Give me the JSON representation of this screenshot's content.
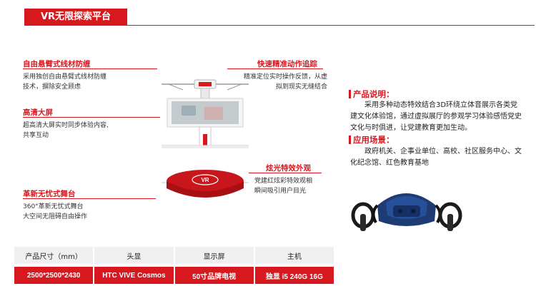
{
  "header": {
    "title": "VR无限探索平台"
  },
  "features": {
    "arm": {
      "title": "自由悬臂式线材防缠",
      "desc_lines": [
        "采用独创自由悬臂式线材防缠",
        "技术，摒除安全顾虑"
      ]
    },
    "tracking": {
      "title": "快速精准动作追踪",
      "desc_lines": [
        "精准定位实时操作反馈，从虚",
        "拟到现实无缝结合"
      ]
    },
    "screen": {
      "title": "高清大屏",
      "desc_lines": [
        "超高清大屏实时同步体验内容,",
        "共享互动"
      ]
    },
    "lighting": {
      "title": "炫光特效外观",
      "desc_lines": [
        "党建红炫彩特效观相",
        "瞬间吸引用户目光"
      ]
    },
    "stage": {
      "title": "革新无忧式舞台",
      "desc_lines": [
        "360°革新无忧式舞台",
        "大空间无阻碍自由操作"
      ]
    }
  },
  "product_info": {
    "desc_title": "产品说明：",
    "desc_text": "采用多种动态特效结合3D环绕立体音展示各类党建文化体验馆，通过虚拟展厅的参观学习体验感悟党史文化与时俱进，让党建教育更加生动。",
    "scene_title": "应用场景：",
    "scene_text": "政府机关、企事业单位、高校、社区服务中心、文化纪念馆、红色教育基地"
  },
  "product_image": {
    "floor_logo": "VR"
  },
  "specs": {
    "headers": [
      "产品尺寸（mm）",
      "头显",
      "显示屏",
      "主机"
    ],
    "values": [
      "2500*2500*2430",
      "HTC VIVE Cosmos",
      "50寸品牌电视",
      "独显 i5 240G 16G"
    ]
  },
  "colors": {
    "accent": "#d7191f"
  }
}
